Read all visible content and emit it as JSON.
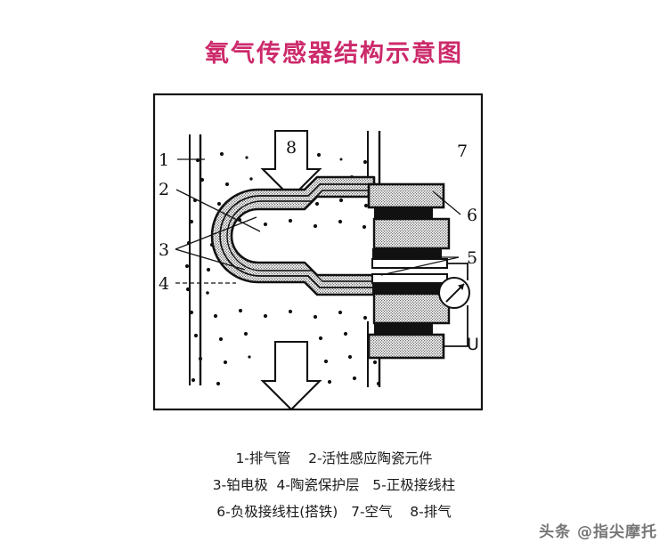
{
  "title": "氧气传感器结构示意图",
  "title_color": "#cc2a6b",
  "diagram": {
    "frame_color": "#111111",
    "callouts": [
      {
        "id": "1",
        "label": "1"
      },
      {
        "id": "2",
        "label": "2"
      },
      {
        "id": "3",
        "label": "3"
      },
      {
        "id": "4",
        "label": "4"
      },
      {
        "id": "5",
        "label": "5"
      },
      {
        "id": "6",
        "label": "6"
      },
      {
        "id": "7",
        "label": "7"
      },
      {
        "id": "8",
        "label": "8"
      }
    ],
    "arrow_top_label": "8",
    "air_label": "7",
    "voltage_label": "U",
    "stipple_color": "#d9d9d9",
    "terminal_fill": "#000000"
  },
  "legend": {
    "lines": [
      "1-排气管    2-活性感应陶瓷元件",
      "3-铂电极  4-陶瓷保护层   5-正极接线柱",
      "6-负极接线柱(搭铁)   7-空气    8-排气"
    ]
  },
  "watermark": {
    "text": "头条 @指尖摩托"
  }
}
